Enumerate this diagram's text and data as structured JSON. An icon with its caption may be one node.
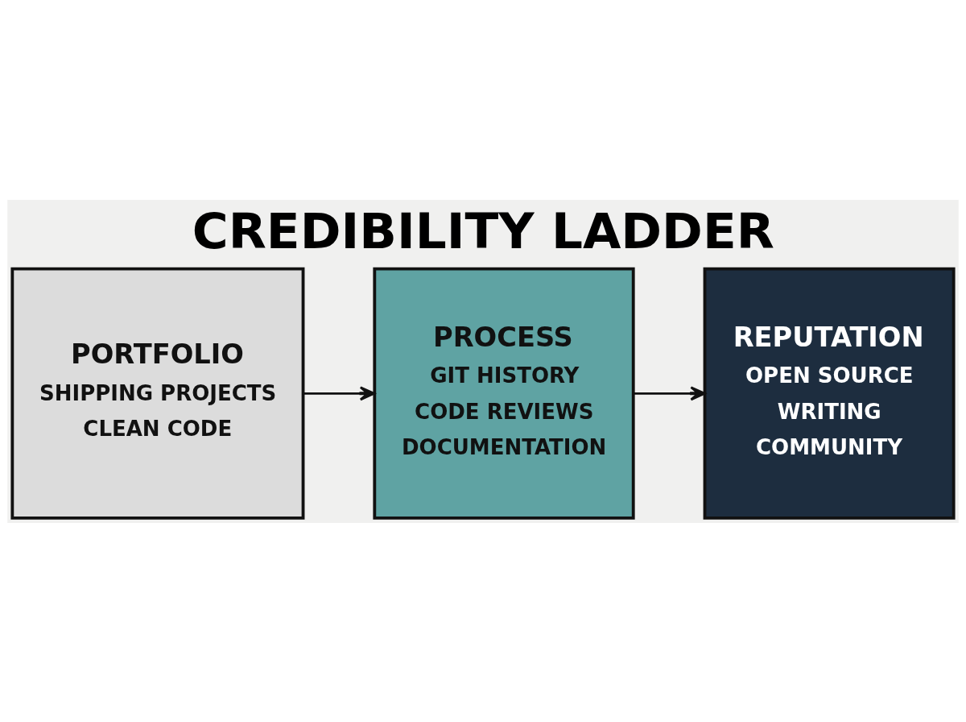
{
  "diagram": {
    "title": "CREDIBILITY LADDER",
    "nodes": [
      {
        "text": [
          "PORTFOLIO",
          "SHIPPING PROJECTS",
          "CLEAN CODE"
        ]
      },
      {
        "text": [
          "PROCESS",
          "GIT HISTORY",
          "CODE REVIEWS",
          "DOCUMENTATION"
        ]
      },
      {
        "text": [
          "REPUTATION",
          "OPEN SOURCE",
          "WRITING",
          "COMMUNITY"
        ]
      }
    ],
    "edges": [
      {
        "from": 0,
        "to": 1,
        "arrow": "to"
      },
      {
        "from": 1,
        "to": 2,
        "arrow": "to"
      }
    ]
  }
}
